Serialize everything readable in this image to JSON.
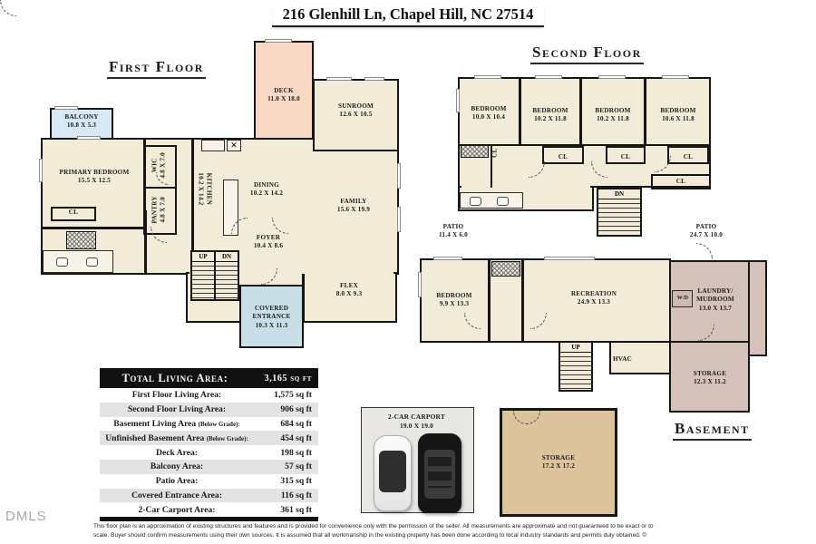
{
  "page": {
    "title": "216 Glenhill Ln, Chapel Hill, NC 27514",
    "watermark": "DMLS"
  },
  "first_floor": {
    "heading": "First Floor",
    "rooms": {
      "deck": {
        "name": "DECK",
        "dims": "11.0 X 18.0"
      },
      "sunroom": {
        "name": "SUNROOM",
        "dims": "12.6 X 10.5"
      },
      "balcony": {
        "name": "BALCONY",
        "dims": "10.8 X 5.3"
      },
      "primary_bedroom": {
        "name": "PRIMARY BEDROOM",
        "dims": "15.5 X 12.5"
      },
      "wic": {
        "name": "WIC",
        "dims": "4.8 X 7.0"
      },
      "pantry": {
        "name": "PANTRY",
        "dims": "4.8 X 7.0"
      },
      "kitchen": {
        "name": "KITCHEN",
        "dims": "10.2 X 14.2"
      },
      "dining": {
        "name": "DINING",
        "dims": "10.2 X 14.2"
      },
      "family": {
        "name": "FAMILY",
        "dims": "15.6 X 19.9"
      },
      "flex": {
        "name": "FLEX",
        "dims": "8.0 X 9.3"
      },
      "foyer": {
        "name": "FOYER",
        "dims": "10.4 X 8.6"
      },
      "covered_entrance": {
        "name": "COVERED ENTRANCE",
        "dims": "10.3 X 11.3"
      },
      "closet": "CL",
      "up": "UP",
      "dn": "DN"
    }
  },
  "second_floor": {
    "heading": "Second Floor",
    "rooms": {
      "bedroom1": {
        "name": "BEDROOM",
        "dims": "10.0 X 10.4"
      },
      "bedroom2": {
        "name": "BEDROOM",
        "dims": "10.2 X 11.8"
      },
      "bedroom3": {
        "name": "BEDROOM",
        "dims": "10.2 X 11.8"
      },
      "bedroom4": {
        "name": "BEDROOM",
        "dims": "10.6 X 11.8"
      },
      "closet": "CL",
      "dn": "DN"
    }
  },
  "basement": {
    "heading": "Basement",
    "rooms": {
      "patio_left": {
        "name": "PATIO",
        "dims": "11.4 X 6.0"
      },
      "patio_right": {
        "name": "PATIO",
        "dims": "24.7 X 10.0"
      },
      "bedroom": {
        "name": "BEDROOM",
        "dims": "9.9 X 13.3"
      },
      "recreation": {
        "name": "RECREATION",
        "dims": "24.9 X 13.3"
      },
      "laundry": {
        "line1": "LAUNDRY/",
        "line2": "MUDROOM",
        "dims": "13.0 X 13.7"
      },
      "storage": {
        "name": "STORAGE",
        "dims": "12.3 X 11.2"
      },
      "hvac": "HVAC",
      "wd": "W/D",
      "up": "UP"
    }
  },
  "outbuildings": {
    "carport": {
      "name": "2-CAR CARPORT",
      "dims": "19.0 X 19.0"
    },
    "storage": {
      "name": "STORAGE",
      "dims": "17.2 X 17.2"
    }
  },
  "area_table": {
    "header": {
      "label": "Total Living Area:",
      "value": "3,165 sq ft"
    },
    "rows": [
      {
        "label": "First Floor Living Area:",
        "note": "",
        "value": "1,575 sq ft"
      },
      {
        "label": "Second Floor Living Area:",
        "note": "",
        "value": "906 sq ft"
      },
      {
        "label": "Basement Living Area",
        "note": "(Below Grade):",
        "value": "684 sq ft"
      },
      {
        "label": "Unfinished Basement Area",
        "note": "(Below Grade):",
        "value": "454 sq ft"
      },
      {
        "label": "Deck Area:",
        "note": "",
        "value": "198 sq ft"
      },
      {
        "label": "Balcony Area:",
        "note": "",
        "value": "57 sq ft"
      },
      {
        "label": "Patio Area:",
        "note": "",
        "value": "315 sq ft"
      },
      {
        "label": "Covered Entrance Area:",
        "note": "",
        "value": "116 sq ft"
      },
      {
        "label": "2-Car Carport Area:",
        "note": "",
        "value": "361 sq ft"
      }
    ]
  },
  "disclaimer": {
    "line1": "This floor plan is an approximation of existing structures and features and is provided for convenience only with the permission of the seller.  All measurements are approximate and not guaranteed to be exact or to",
    "line2": "scale.  Buyer should confirm measurements using their own sources.  It is assumed that all workmanship in the existing property has been done according to local industry standards and permits duly obtained.  ©"
  },
  "colors": {
    "floor_cream": "#f2ebd8",
    "deck_salmon": "#f9d8c4",
    "balcony_blue": "#d6e9f4",
    "entrance_blue": "#c9dfe8",
    "basement_mauve": "#d5c2bb",
    "storage_tan": "#dcc39c",
    "wall_black": "#161616",
    "table_header": "#111111",
    "table_alt_row": "#e3e3e3"
  }
}
